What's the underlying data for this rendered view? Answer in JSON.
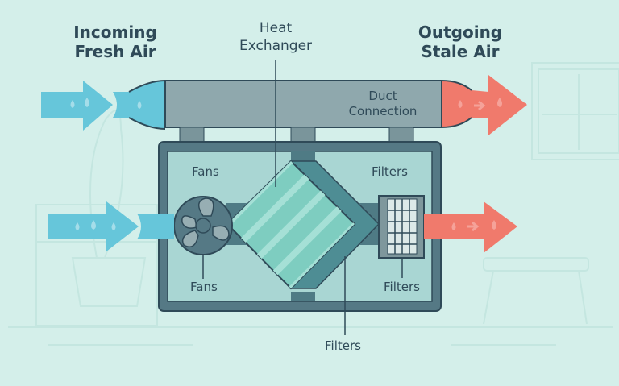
{
  "diagram": {
    "title_incoming": [
      "Incoming",
      "Fresh Air"
    ],
    "title_outgoing": [
      "Outgoing",
      "Stale Air"
    ],
    "heat_exchanger_label": [
      "Heat",
      "Exchanger"
    ],
    "duct_label": [
      "Duct",
      "Connection"
    ],
    "component_labels": {
      "fans_top": "Fans",
      "fans_bottom": "Fans",
      "filters_top": "Filters",
      "filters_right": "Filters",
      "filters_bottom": "Filters"
    },
    "colors": {
      "background": "#d4efea",
      "fresh_air": "#66c6da",
      "stale_air": "#f07a6c",
      "duct": "#8fa8ad",
      "unit_frame": "#557985",
      "unit_inner": "#a9d6d3",
      "exchanger_core": "#7ecdc0",
      "outline": "#2f4a58"
    }
  }
}
